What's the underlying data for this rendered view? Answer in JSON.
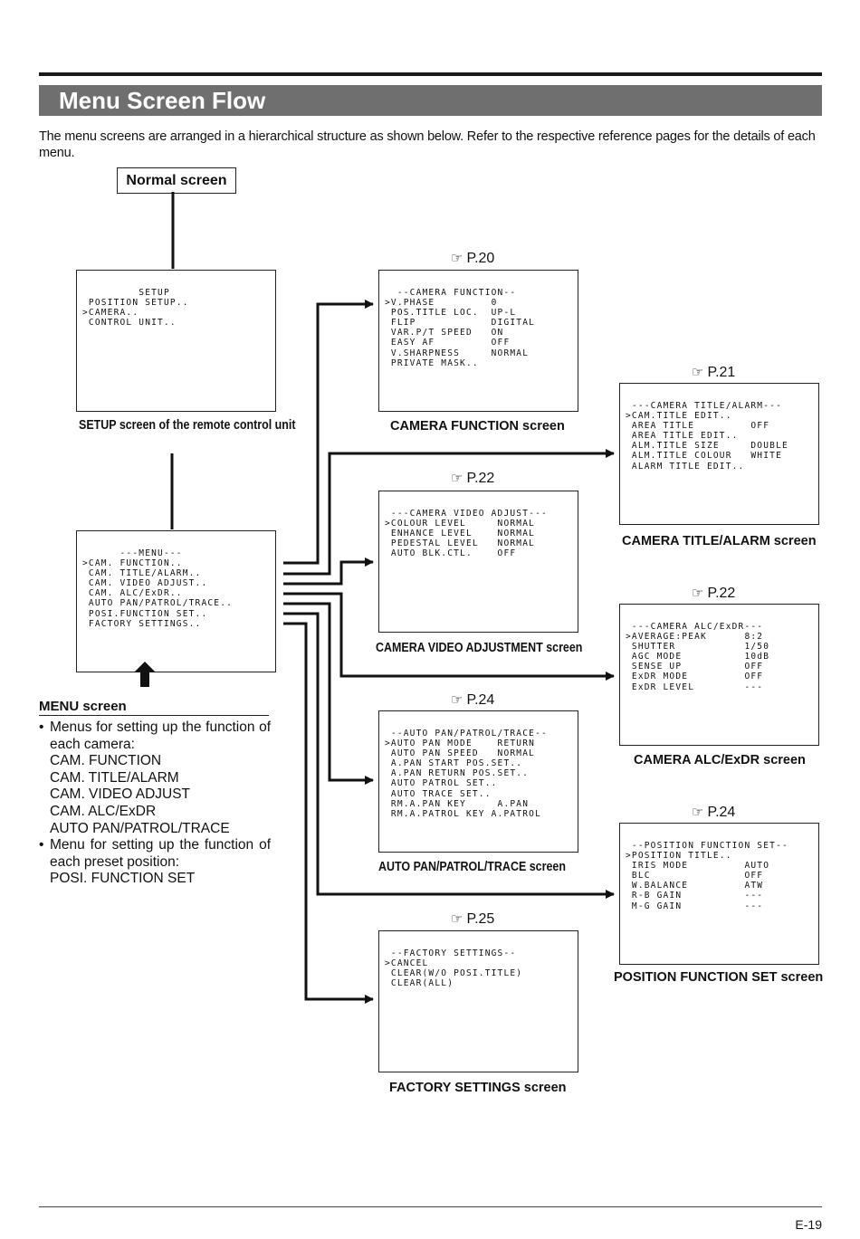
{
  "title": "Menu Screen Flow",
  "intro": "The menu screens are arranged in a hierarchical structure as shown below. Refer to the respective reference pages for the details of each menu.",
  "normal_screen": "Normal screen",
  "setup": {
    "lines": "         SETUP\n POSITION SETUP..\n>CAMERA..\n CONTROL UNIT..",
    "caption": "SETUP screen of the remote control unit"
  },
  "menu": {
    "lines": "      ---MENU---\n>CAM. FUNCTION..\n CAM. TITLE/ALARM..\n CAM. VIDEO ADJUST..\n CAM. ALC/ExDR..\n AUTO PAN/PATROL/TRACE..\n POSI.FUNCTION SET..\n FACTORY SETTINGS..",
    "heading": "MENU screen",
    "note1": "Menus for setting up the function of each camera:",
    "note1_items": [
      "CAM. FUNCTION",
      "CAM. TITLE/ALARM",
      "CAM. VIDEO ADJUST",
      "CAM. ALC/ExDR",
      "AUTO PAN/PATROL/TRACE"
    ],
    "note2": "Menu for setting up the function of each preset position:",
    "note2_items": [
      "POSI. FUNCTION SET"
    ],
    "bullet": "•"
  },
  "ref_icon": "☞",
  "screens": {
    "camera_function": {
      "ref": "P.20",
      "lines": "  --CAMERA FUNCTION--\n>V.PHASE         0\n POS.TITLE LOC.  UP-L\n FLIP            DIGITAL\n VAR.P/T SPEED   ON\n EASY AF         OFF\n V.SHARPNESS     NORMAL\n PRIVATE MASK..",
      "caption": "CAMERA FUNCTION screen"
    },
    "camera_title_alarm": {
      "ref": "P.21",
      "lines": " ---CAMERA TITLE/ALARM---\n>CAM.TITLE EDIT..\n AREA TITLE         OFF\n AREA TITLE EDIT..\n ALM.TITLE SIZE     DOUBLE\n ALM.TITLE COLOUR   WHITE\n ALARM TITLE EDIT..",
      "caption": "CAMERA TITLE/ALARM screen"
    },
    "camera_video_adjust": {
      "ref": "P.22",
      "lines": " ---CAMERA VIDEO ADJUST---\n>COLOUR LEVEL     NORMAL\n ENHANCE LEVEL    NORMAL\n PEDESTAL LEVEL   NORMAL\n AUTO BLK.CTL.    OFF",
      "caption": "CAMERA VIDEO ADJUSTMENT screen"
    },
    "camera_alc_exdr": {
      "ref": "P.22",
      "lines": " ---CAMERA ALC/ExDR---\n>AVERAGE:PEAK      8:2\n SHUTTER           1/50\n AGC MODE          10dB\n SENSE UP          OFF\n ExDR MODE         OFF\n ExDR LEVEL        ---",
      "caption": "CAMERA ALC/ExDR screen"
    },
    "auto_pan": {
      "ref": "P.24",
      "lines": " --AUTO PAN/PATROL/TRACE--\n>AUTO PAN MODE    RETURN\n AUTO PAN SPEED   NORMAL\n A.PAN START POS.SET..\n A.PAN RETURN POS.SET..\n AUTO PATROL SET..\n AUTO TRACE SET..\n RM.A.PAN KEY     A.PAN\n RM.A.PATROL KEY A.PATROL",
      "caption": "AUTO PAN/PATROL/TRACE screen"
    },
    "position_function": {
      "ref": "P.24",
      "lines": " --POSITION FUNCTION SET--\n>POSITION TITLE..\n IRIS MODE         AUTO\n BLC               OFF\n W.BALANCE         ATW\n R-B GAIN          ---\n M-G GAIN          ---",
      "caption": "POSITION FUNCTION SET screen"
    },
    "factory_settings": {
      "ref": "P.25",
      "lines": " --FACTORY SETTINGS--\n>CANCEL\n CLEAR(W/O POSI.TITLE)\n CLEAR(ALL)",
      "caption": "FACTORY SETTINGS screen"
    }
  },
  "page_number": "E-19"
}
